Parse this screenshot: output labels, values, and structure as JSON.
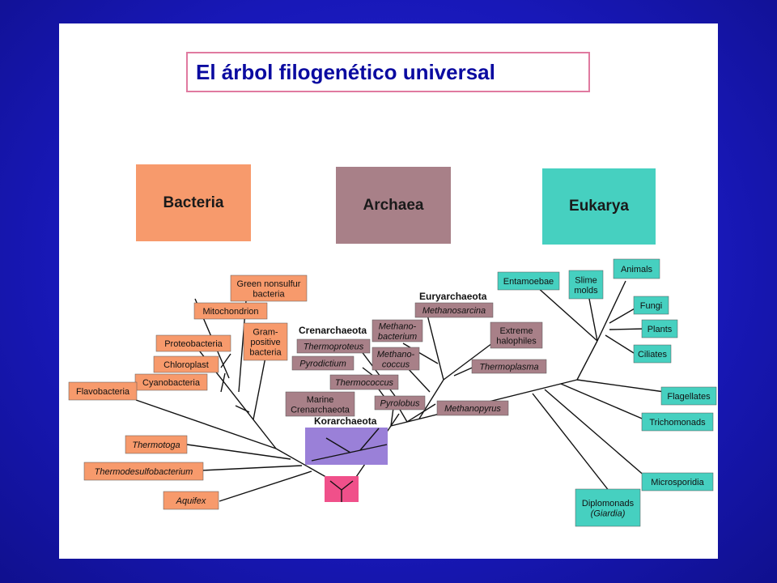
{
  "title": "El árbol filogenético universal",
  "colors": {
    "background": "#1818b8",
    "bacteria": "#f79a6c",
    "archaea": "#a88088",
    "eukarya": "#46d0c0",
    "korarchaeota": "#9a80d8",
    "root": "#f0508a",
    "title_text": "#0a0aa0",
    "title_border": "#e07aa0"
  },
  "domains": {
    "bacteria": "Bacteria",
    "archaea": "Archaea",
    "eukarya": "Eukarya"
  },
  "groups": {
    "euryarchaeota": "Euryarchaeota",
    "crenarchaeota": "Crenarchaeota",
    "korarchaeota": "Korarchaeota"
  },
  "bacteria_taxa": [
    {
      "id": "green-nonsulfur",
      "lines": [
        "Green nonsulfur",
        "bacteria"
      ],
      "italic": false
    },
    {
      "id": "mitochondrion",
      "lines": [
        "Mitochondrion"
      ],
      "italic": false
    },
    {
      "id": "gram-positive",
      "lines": [
        "Gram-",
        "positive",
        "bacteria"
      ],
      "italic": false
    },
    {
      "id": "proteobacteria",
      "lines": [
        "Proteobacteria"
      ],
      "italic": false
    },
    {
      "id": "chloroplast",
      "lines": [
        "Chloroplast"
      ],
      "italic": false
    },
    {
      "id": "cyanobacteria",
      "lines": [
        "Cyanobacteria"
      ],
      "italic": false
    },
    {
      "id": "flavobacteria",
      "lines": [
        "Flavobacteria"
      ],
      "italic": false
    },
    {
      "id": "thermotoga",
      "lines": [
        "Thermotoga"
      ],
      "italic": true
    },
    {
      "id": "thermodesulfobacterium",
      "lines": [
        "Thermodesulfobacterium"
      ],
      "italic": true
    },
    {
      "id": "aquifex",
      "lines": [
        "Aquifex"
      ],
      "italic": true
    }
  ],
  "archaea_taxa": [
    {
      "id": "methanosarcina",
      "lines": [
        "Methanosarcina"
      ],
      "italic": true
    },
    {
      "id": "methanobacterium",
      "lines": [
        "Methano-",
        "bacterium"
      ],
      "italic": true
    },
    {
      "id": "extreme-halophiles",
      "lines": [
        "Extreme",
        "halophiles"
      ],
      "italic": false
    },
    {
      "id": "thermoproteus",
      "lines": [
        "Thermoproteus"
      ],
      "italic": true
    },
    {
      "id": "methanococcus",
      "lines": [
        "Methano-",
        "coccus"
      ],
      "italic": true
    },
    {
      "id": "pyrodictium",
      "lines": [
        "Pyrodictium"
      ],
      "italic": true
    },
    {
      "id": "thermoplasma",
      "lines": [
        "Thermoplasma"
      ],
      "italic": true
    },
    {
      "id": "thermococcus",
      "lines": [
        "Thermococcus"
      ],
      "italic": true
    },
    {
      "id": "marine-crenarchaeota",
      "lines": [
        "Marine",
        "Crenarchaeota"
      ],
      "italic": false
    },
    {
      "id": "pyrolobus",
      "lines": [
        "Pyrolobus"
      ],
      "italic": true
    },
    {
      "id": "methanopyrus",
      "lines": [
        "Methanopyrus"
      ],
      "italic": true
    }
  ],
  "eukarya_taxa": [
    {
      "id": "entamoebae",
      "lines": [
        "Entamoebae"
      ],
      "italic": false
    },
    {
      "id": "slime-molds",
      "lines": [
        "Slime",
        "molds"
      ],
      "italic": false
    },
    {
      "id": "animals",
      "lines": [
        "Animals"
      ],
      "italic": false
    },
    {
      "id": "fungi",
      "lines": [
        "Fungi"
      ],
      "italic": false
    },
    {
      "id": "plants",
      "lines": [
        "Plants"
      ],
      "italic": false
    },
    {
      "id": "ciliates",
      "lines": [
        "Ciliates"
      ],
      "italic": false
    },
    {
      "id": "flagellates",
      "lines": [
        "Flagellates"
      ],
      "italic": false
    },
    {
      "id": "trichomonads",
      "lines": [
        "Trichomonads"
      ],
      "italic": false
    },
    {
      "id": "microsporidia",
      "lines": [
        "Microsporidia"
      ],
      "italic": false
    },
    {
      "id": "diplomonads",
      "lines": [
        "Diplomonads",
        "(Giardia)"
      ],
      "italic": false
    }
  ]
}
